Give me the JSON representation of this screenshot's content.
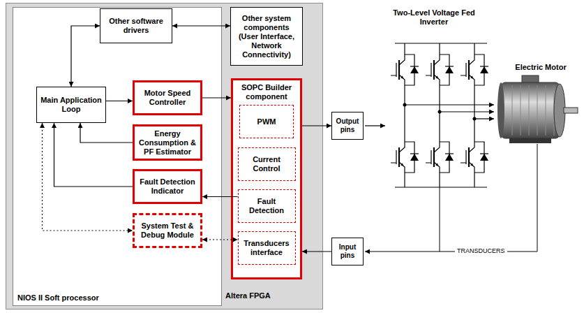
{
  "diagram": {
    "nodes": [
      {
        "text": [
          "Altera FPGA"
        ]
      },
      {
        "text": [
          "NIOS II Soft processor"
        ],
        "in": 0
      },
      {
        "text": [
          "Other software drivers"
        ],
        "in": 1
      },
      {
        "text": [
          "Main Application Loop"
        ],
        "in": 1
      },
      {
        "text": [
          "Motor Speed Controller"
        ],
        "in": 1
      },
      {
        "text": [
          "Energy Consumption & PF Estimator"
        ],
        "in": 1
      },
      {
        "text": [
          "Fault Detection Indicator"
        ],
        "in": 1
      },
      {
        "text": [
          "System Test & Debug Module"
        ],
        "in": 1
      },
      {
        "text": [
          "Other system components (User Interface, Network Connectivity)"
        ],
        "in": 0
      },
      {
        "text": [
          "SOPC Builder component"
        ],
        "in": 0
      },
      {
        "text": [
          "PWM"
        ],
        "in": 9
      },
      {
        "text": [
          "Current Control"
        ],
        "in": 9
      },
      {
        "text": [
          "Fault Detection"
        ],
        "in": 9
      },
      {
        "text": [
          "Transducers interface"
        ],
        "in": 9
      },
      {
        "text": [
          "Output pins"
        ]
      },
      {
        "text": [
          "Input pins"
        ]
      }
    ],
    "edges": [
      {
        "from": 2,
        "to": 3,
        "arrow": "both"
      },
      {
        "from": 2,
        "to": 8,
        "arrow": "both"
      },
      {
        "from": 3,
        "to": 4,
        "arrow": "to"
      },
      {
        "from": 4,
        "to": 9,
        "arrow": "to"
      },
      {
        "from": 5,
        "to": 3,
        "arrow": "to"
      },
      {
        "from": 6,
        "to": 3,
        "arrow": "to"
      },
      {
        "from": 12,
        "to": 6,
        "arrow": "to"
      },
      {
        "from": 3,
        "to": 7,
        "arrow": "both"
      },
      {
        "from": 7,
        "to": 13,
        "arrow": "both"
      },
      {
        "from": 9,
        "to": 14,
        "arrow": "to"
      },
      {
        "from": 15,
        "to": 9,
        "arrow": "to"
      }
    ],
    "labels": [
      "Two-Level Voltage Fed Inverter",
      "Electric Motor",
      "TRANSDUCERS"
    ]
  }
}
